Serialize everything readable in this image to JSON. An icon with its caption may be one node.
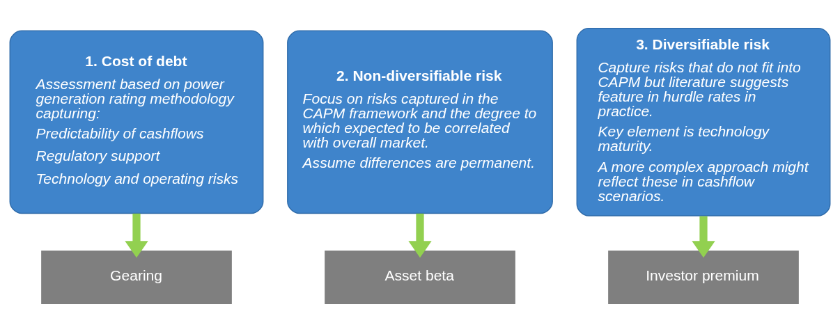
{
  "diagram": {
    "nodes": [
      {
        "text": [
          "1. Cost of debt",
          "Assessment based on power generation rating methodology capturing:",
          "Predictability of cashflows",
          "Regulatory support",
          "Technology and operating risks"
        ]
      },
      {
        "text": [
          "2. Non-diversifiable risk",
          "Focus on risks captured in the CAPM framework and the degree to which expected to be correlated with overall market.",
          "Assume differences are permanent."
        ]
      },
      {
        "text": [
          "3. Diversifiable risk",
          "Capture risks that do not fit into CAPM but literature suggests feature in hurdle rates in practice.",
          "Key element is technology maturity.",
          "A more complex approach might reflect these in cashflow scenarios."
        ]
      },
      {
        "text": [
          "Gearing"
        ]
      },
      {
        "text": [
          "Asset beta"
        ]
      },
      {
        "text": [
          "Investor premium"
        ]
      }
    ],
    "edges": [
      {
        "from": 0,
        "to": 3,
        "arrow": "to"
      },
      {
        "from": 1,
        "to": 4,
        "arrow": "to"
      },
      {
        "from": 2,
        "to": 5,
        "arrow": "to"
      }
    ]
  }
}
